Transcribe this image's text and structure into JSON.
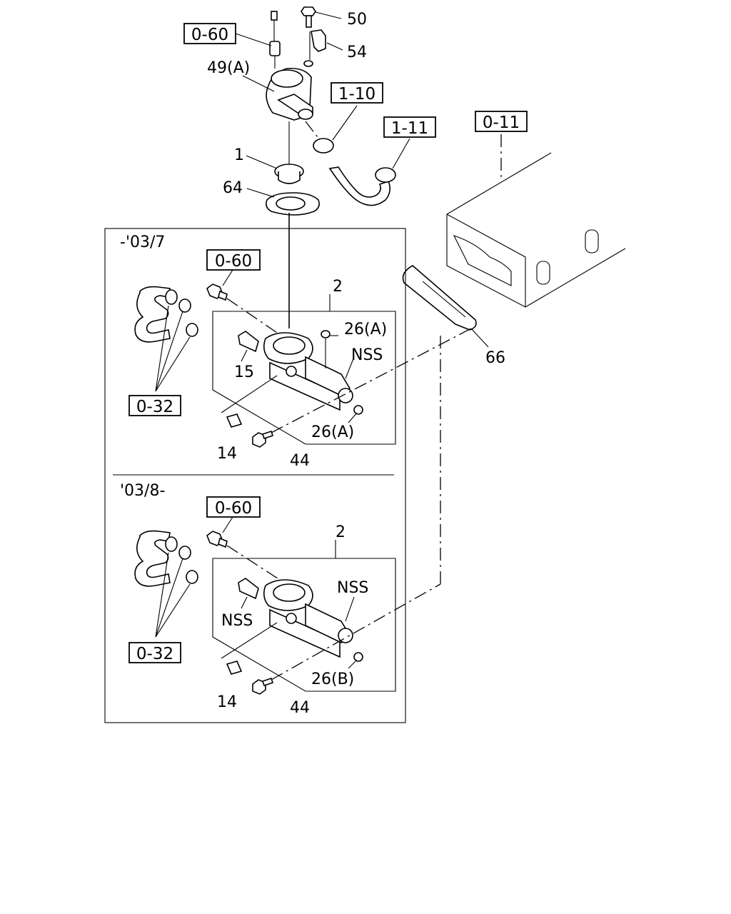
{
  "top_assembly": {
    "refs": {
      "sensor_ref": "0-60",
      "hose_clamp_ref": "1-10",
      "hose_ref": "1-11",
      "cylinder_head_ref": "0-11"
    },
    "callouts": {
      "bolt": "50",
      "bracket": "54",
      "housing": "49(A)",
      "thermostat": "1",
      "gasket": "64",
      "head_gasket": "66"
    }
  },
  "panel": {
    "upper": {
      "date_range": "-'03/7",
      "sensor_ref": "0-60",
      "hose_ref": "0-32",
      "callouts": {
        "body": "2",
        "plug_top": "26(A)",
        "nss": "NSS",
        "pipe": "15",
        "plug_bottom": "26(A)",
        "stud": "14",
        "bolt": "44"
      }
    },
    "lower": {
      "date_range": "'03/8-",
      "sensor_ref": "0-60",
      "hose_ref": "0-32",
      "callouts": {
        "body": "2",
        "nss_body": "NSS",
        "nss_pipe": "NSS",
        "plug_bottom": "26(B)",
        "stud": "14",
        "bolt": "44"
      }
    }
  }
}
